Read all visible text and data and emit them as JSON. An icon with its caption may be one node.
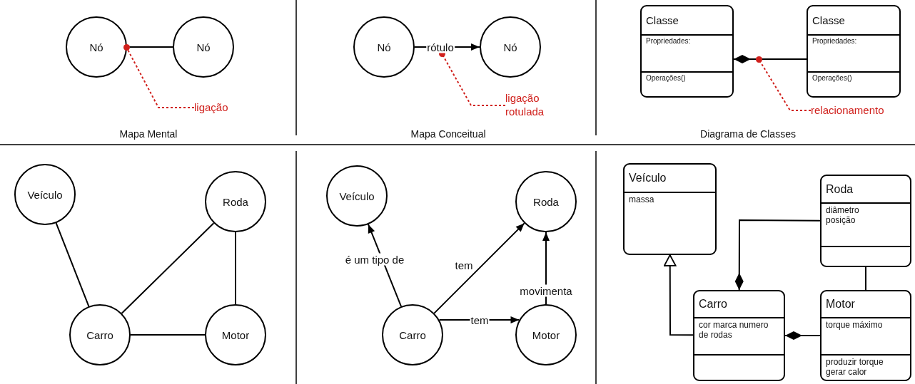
{
  "diagram": {
    "nodes": [
      {
        "text": [
          "Nó"
        ]
      },
      {
        "text": [
          "Nó"
        ]
      },
      {
        "text": [
          "ligação"
        ]
      },
      {
        "text": [
          "Nó"
        ]
      },
      {
        "text": [
          "Nó"
        ]
      },
      {
        "text": [
          "ligação rotulada"
        ]
      },
      {
        "text": [
          "Classe",
          "Propriedades:",
          "Operações()"
        ]
      },
      {
        "text": [
          "Classe",
          "Propriedades:",
          "Operações()"
        ]
      },
      {
        "text": [
          "relacionamento"
        ]
      },
      {
        "text": [
          "Veículo"
        ]
      },
      {
        "text": [
          "Roda"
        ]
      },
      {
        "text": [
          "Carro"
        ]
      },
      {
        "text": [
          "Motor"
        ]
      },
      {
        "text": [
          "Veículo"
        ]
      },
      {
        "text": [
          "Roda"
        ]
      },
      {
        "text": [
          "Carro"
        ]
      },
      {
        "text": [
          "Motor"
        ]
      },
      {
        "text": [
          "Veículo",
          "massa"
        ]
      },
      {
        "text": [
          "Roda",
          "diâmetro posição"
        ]
      },
      {
        "text": [
          "Carro",
          "cor marca numero de rodas"
        ]
      },
      {
        "text": [
          "Motor",
          "torque máximo",
          "produzir torque gerar calor"
        ]
      },
      {
        "text": [],
        "shape": "circle"
      },
      {
        "text": [],
        "shape": "circle"
      },
      {
        "text": [],
        "shape": "circle"
      }
    ],
    "edges": [
      {
        "from": 0,
        "to": 1,
        "arrow": "none"
      },
      {
        "from": 2,
        "to": 21,
        "arrow": "none",
        "style": "dashed",
        "color": "#d0201c"
      },
      {
        "from": 3,
        "to": 4,
        "arrow": "to",
        "label": "rótulo"
      },
      {
        "from": 5,
        "to": 22,
        "arrow": "none",
        "style": "dashed",
        "color": "#d0201c"
      },
      {
        "from": 7,
        "to": 6,
        "arrow": "other"
      },
      {
        "from": 8,
        "to": 23,
        "arrow": "none",
        "style": "dashed",
        "color": "#d0201c"
      },
      {
        "from": 11,
        "to": 9,
        "arrow": "none"
      },
      {
        "from": 11,
        "to": 10,
        "arrow": "none"
      },
      {
        "from": 10,
        "to": 12,
        "arrow": "none"
      },
      {
        "from": 11,
        "to": 12,
        "arrow": "none"
      },
      {
        "from": 15,
        "to": 13,
        "arrow": "to",
        "label": "é um tipo de"
      },
      {
        "from": 15,
        "to": 14,
        "arrow": "to",
        "label": "tem"
      },
      {
        "from": 16,
        "to": 14,
        "arrow": "to",
        "label": "movimenta"
      },
      {
        "from": 15,
        "to": 16,
        "arrow": "to",
        "label": "tem"
      },
      {
        "from": 19,
        "to": 17,
        "arrow": "to"
      },
      {
        "from": 18,
        "to": 19,
        "arrow": "other"
      },
      {
        "from": 20,
        "to": 19,
        "arrow": "other"
      },
      {
        "from": 18,
        "to": 20,
        "arrow": "none"
      }
    ],
    "labels": [
      "Mapa Mental",
      "Mapa Conceitual",
      "Diagrama de Classes"
    ]
  }
}
